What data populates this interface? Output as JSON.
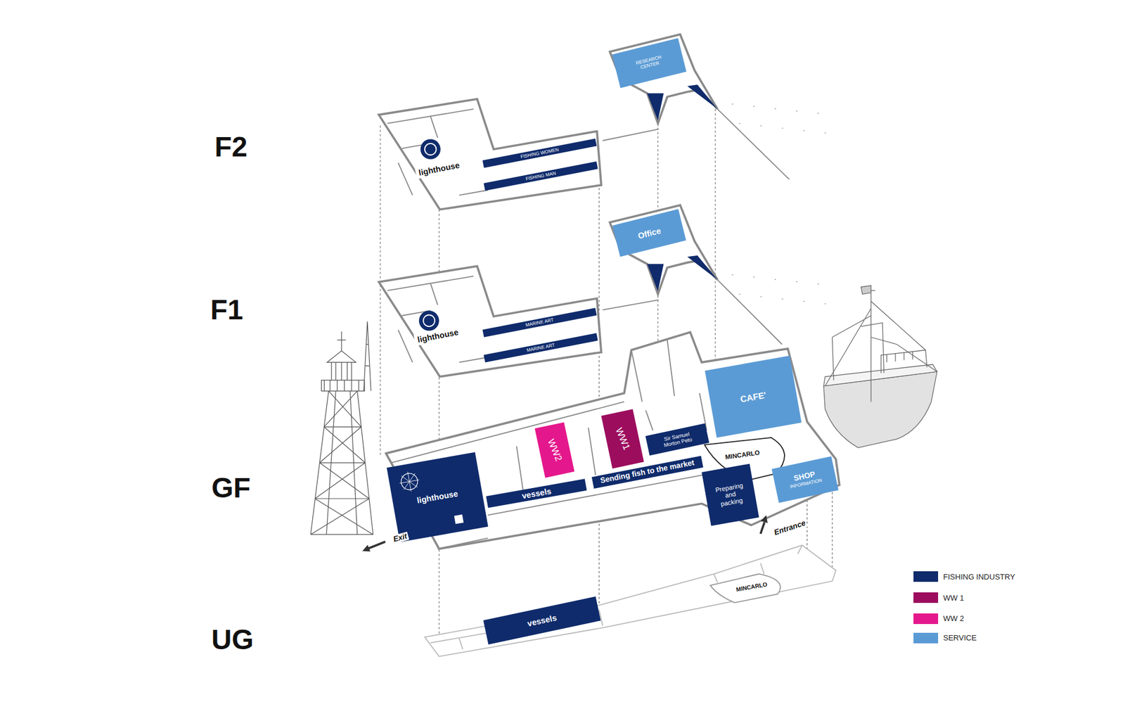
{
  "diagram": {
    "nodes": [
      {
        "text": [
          "RESEARCH CENTER"
        ]
      },
      {
        "text": [
          "lighthouse"
        ]
      },
      {
        "text": [
          "FISHING WOMEN"
        ]
      },
      {
        "text": [
          "FISHING MAN"
        ]
      },
      {
        "text": [
          "Office"
        ]
      },
      {
        "text": [
          "lighthouse"
        ]
      },
      {
        "text": [
          "MARINE ART"
        ]
      },
      {
        "text": [
          "MARINE ART"
        ]
      },
      {
        "text": [
          "CAFE'"
        ]
      },
      {
        "text": [
          "WW2"
        ]
      },
      {
        "text": [
          "WW1"
        ]
      },
      {
        "text": [
          "Sir Samuel Morton Peto"
        ]
      },
      {
        "text": [
          "MINCARLO"
        ]
      },
      {
        "text": [
          "lighthouse"
        ]
      },
      {
        "text": [
          "vessels"
        ]
      },
      {
        "text": [
          "Sending fish to the market"
        ]
      },
      {
        "text": [
          "Preparing and packing"
        ]
      },
      {
        "text": [
          "SHOP",
          "INFORMATION"
        ]
      },
      {
        "text": [
          "MINCARLO"
        ]
      },
      {
        "text": [
          "vessels"
        ]
      }
    ],
    "labels": [
      "F2",
      "F1",
      "GF",
      "UG",
      "Exit",
      "Entrance"
    ],
    "legend": [
      {
        "text": "FISHING INDUSTRY",
        "color": "#0f2b6b"
      },
      {
        "text": "WW 1",
        "color": "#9c0d5e"
      },
      {
        "text": "WW 2",
        "color": "#e5178c"
      },
      {
        "text": "SERVICE",
        "color": "#5b9bd5"
      }
    ]
  }
}
